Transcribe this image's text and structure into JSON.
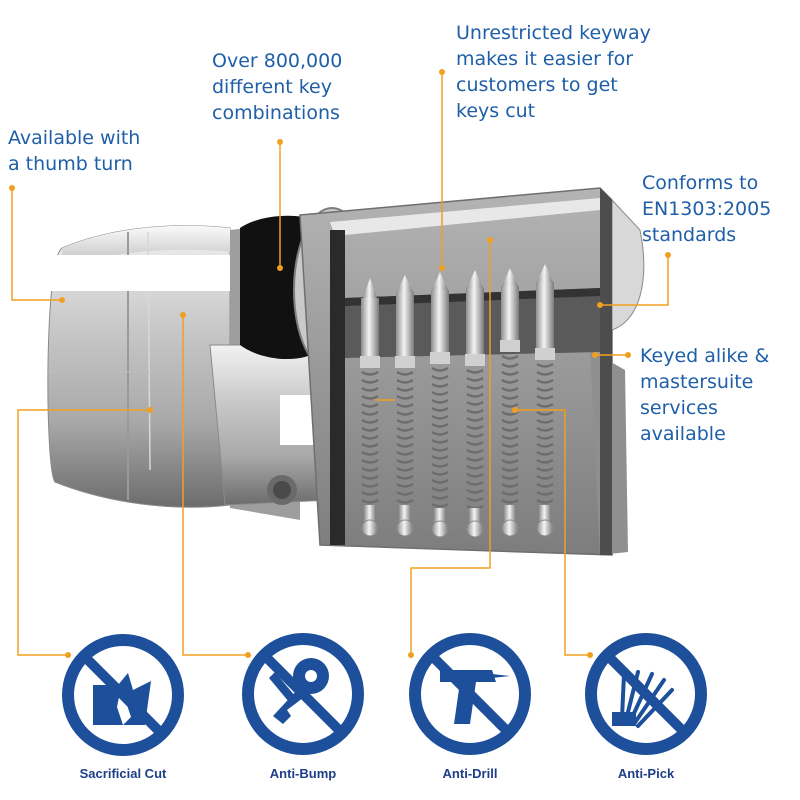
{
  "callouts": {
    "thumb_turn": {
      "lines": [
        "Available with",
        "a thumb turn"
      ]
    },
    "key_combinations": {
      "lines": [
        "Over 800,000",
        "different key",
        "combinations"
      ]
    },
    "keyway": {
      "lines": [
        "Unrestricted keyway",
        "makes it easier for",
        "customers to get",
        "keys cut"
      ]
    },
    "standards": {
      "lines": [
        "Conforms to",
        "EN1303:2005",
        "standards"
      ]
    },
    "keyed_alike": {
      "lines": [
        "Keyed alike &",
        "mastersuite",
        "services",
        "available"
      ]
    }
  },
  "features": [
    {
      "label": "Sacrificial Cut",
      "icon": "sacrificial-cut-icon"
    },
    {
      "label": "Anti-Bump",
      "icon": "anti-bump-icon"
    },
    {
      "label": "Anti-Drill",
      "icon": "anti-drill-icon"
    },
    {
      "label": "Anti-Pick",
      "icon": "anti-pick-icon"
    }
  ],
  "colors": {
    "text_blue": "#1f5fa8",
    "leader_orange": "#f0a020",
    "badge_blue": "#1d4f9b",
    "label_navy": "#1d3f87"
  }
}
